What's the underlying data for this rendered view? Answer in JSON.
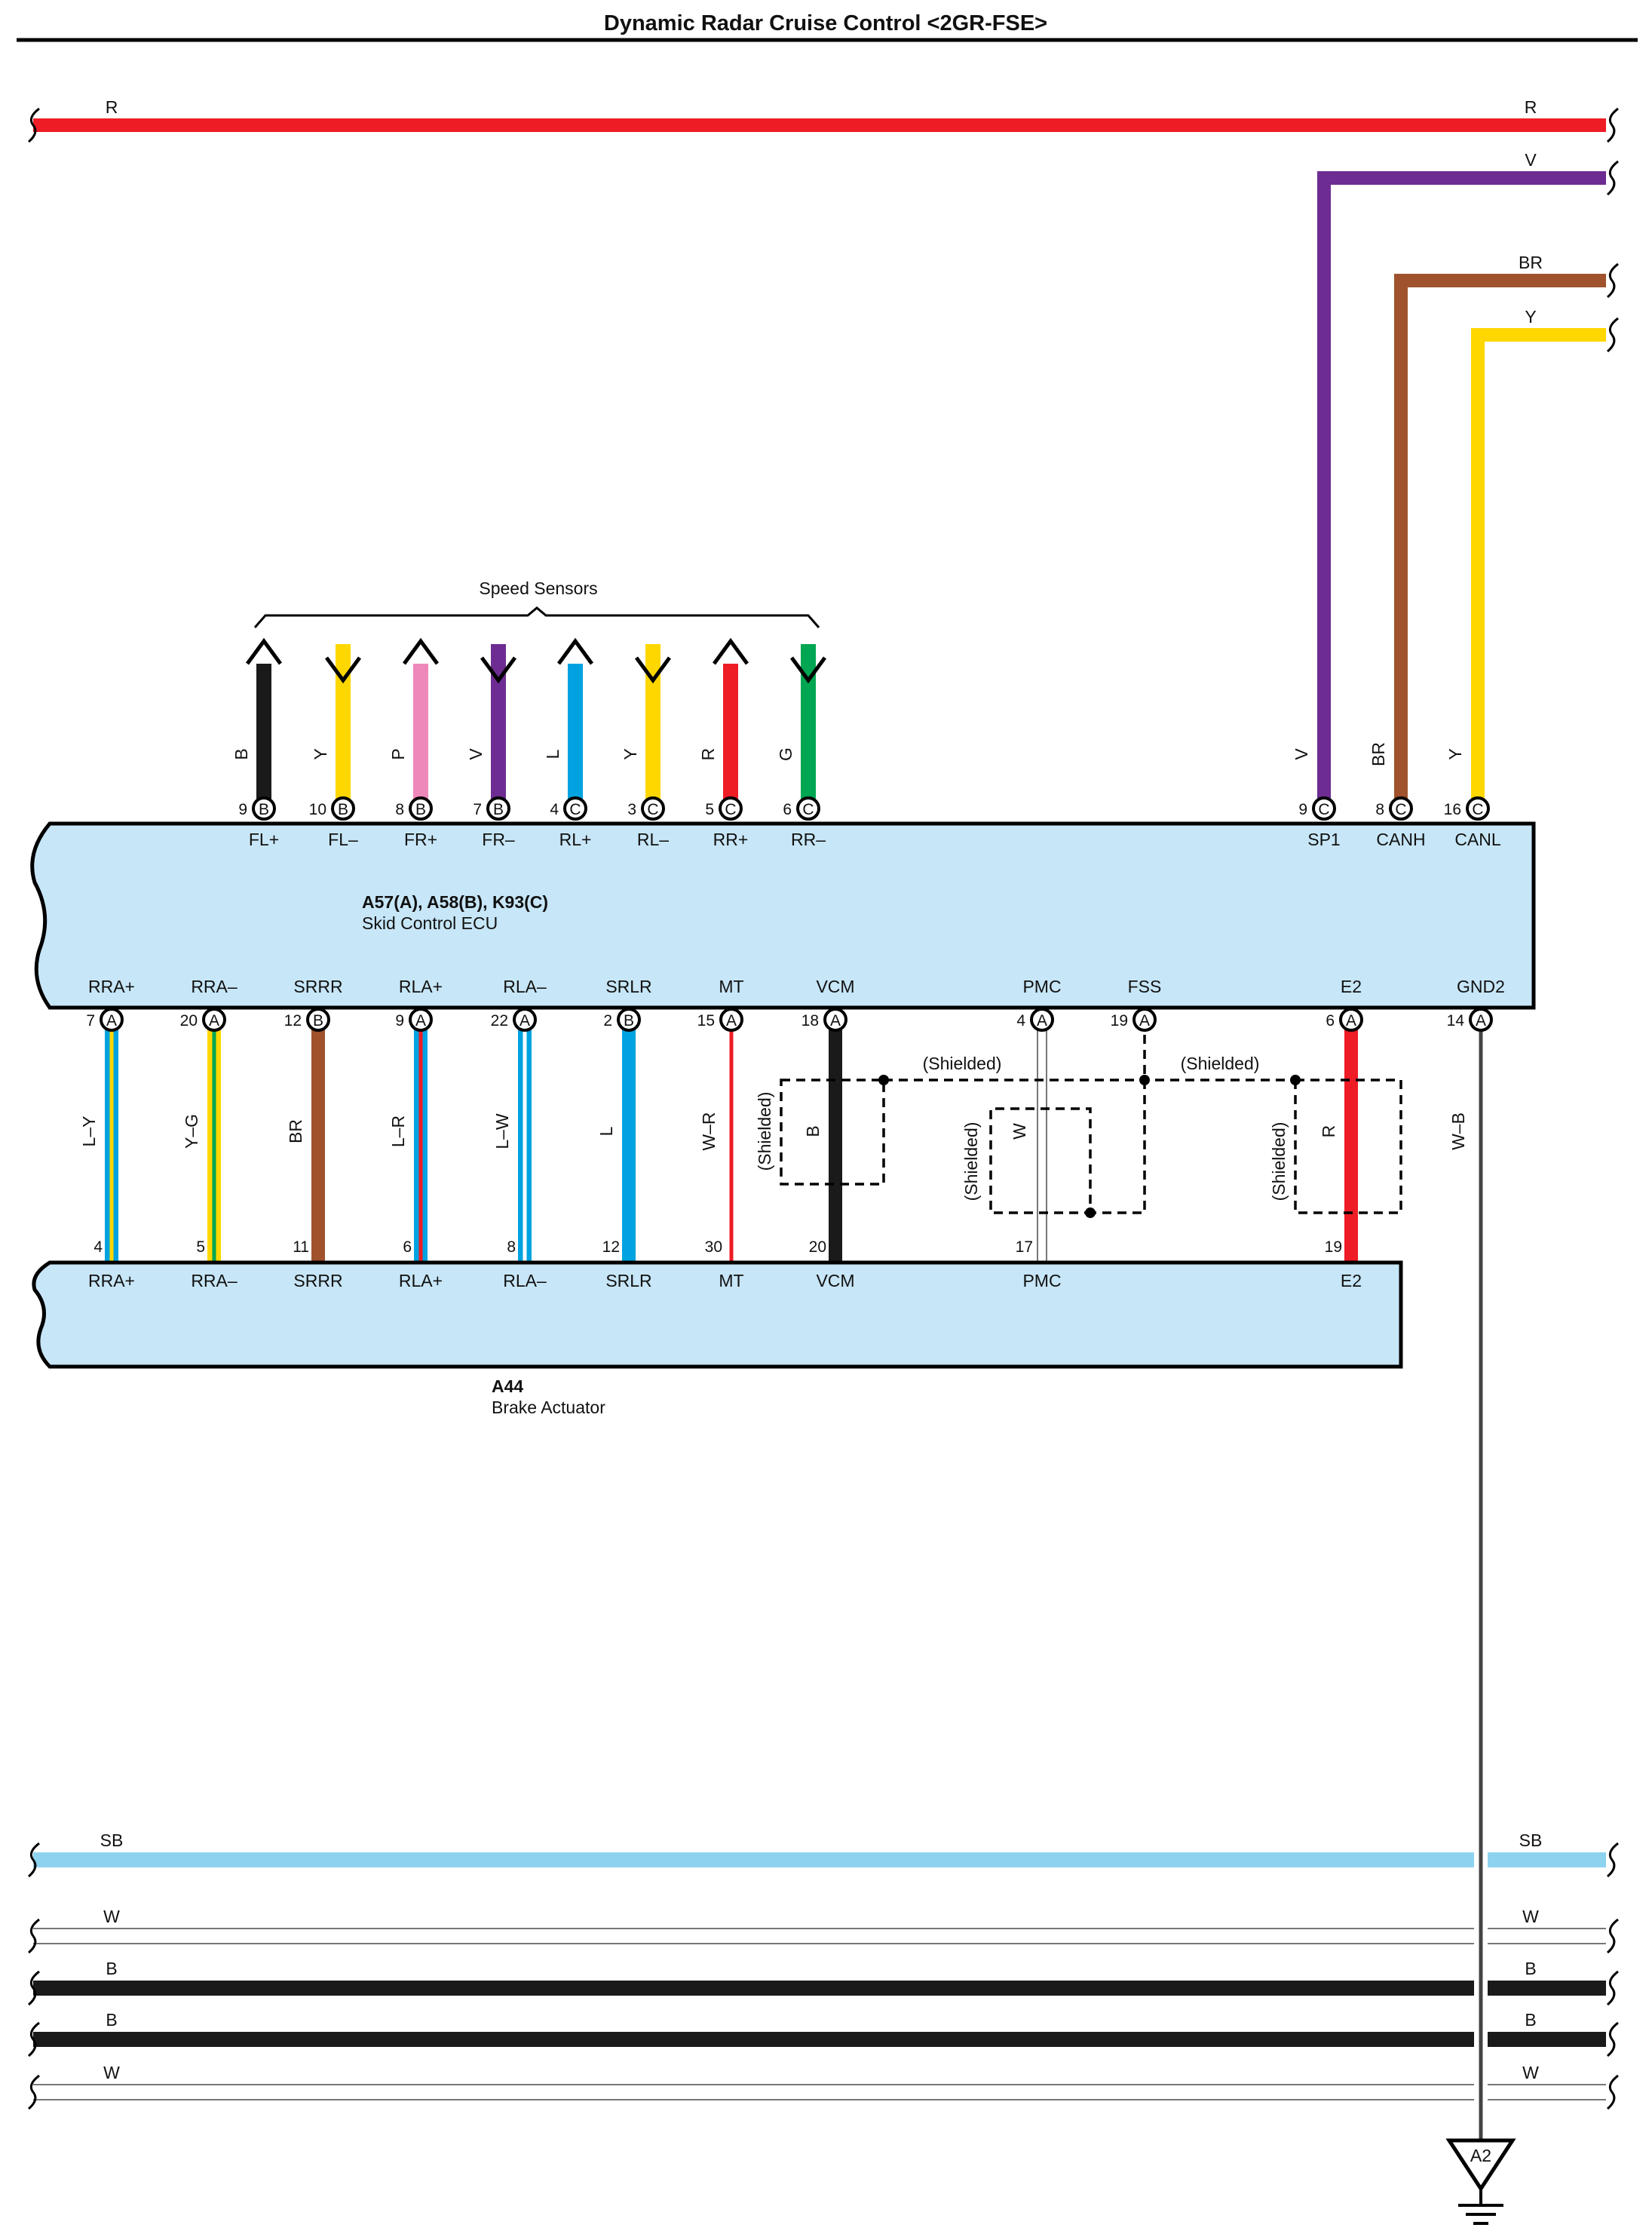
{
  "title": "Dynamic Radar Cruise Control <2GR-FSE>",
  "colors": {
    "R": "#ee1c25",
    "V": "#6d2c91",
    "BR": "#a0522d",
    "Y": "#ffd700",
    "B": "#1a1a1a",
    "P": "#ee88bb",
    "L": "#00a3e0",
    "G": "#00a651",
    "SB": "#8dd3f0",
    "W": "#ffffff",
    "ecu_fill": "#c7e6f7"
  },
  "top_wires": [
    {
      "code": "R",
      "left_label": "R",
      "right_label": "R"
    },
    {
      "code": "V",
      "right_label": "V"
    },
    {
      "code": "BR",
      "right_label": "BR"
    },
    {
      "code": "Y",
      "right_label": "Y"
    }
  ],
  "speed_sensors_label": "Speed Sensors",
  "sensor_wires": [
    {
      "color_code": "B",
      "pin": "9",
      "connector": "B",
      "terminal": "FL+",
      "dir": "up"
    },
    {
      "color_code": "Y",
      "pin": "10",
      "connector": "B",
      "terminal": "FL–",
      "dir": "down"
    },
    {
      "color_code": "P",
      "pin": "8",
      "connector": "B",
      "terminal": "FR+",
      "dir": "up"
    },
    {
      "color_code": "V",
      "pin": "7",
      "connector": "B",
      "terminal": "FR–",
      "dir": "down"
    },
    {
      "color_code": "L",
      "pin": "4",
      "connector": "C",
      "terminal": "RL+",
      "dir": "up"
    },
    {
      "color_code": "Y",
      "pin": "3",
      "connector": "C",
      "terminal": "RL–",
      "dir": "down"
    },
    {
      "color_code": "R",
      "pin": "5",
      "connector": "C",
      "terminal": "RR+",
      "dir": "up"
    },
    {
      "color_code": "G",
      "pin": "6",
      "connector": "C",
      "terminal": "RR–",
      "dir": "down"
    }
  ],
  "ecu_right_pins": [
    {
      "color_code": "V",
      "pin": "9",
      "connector": "C",
      "terminal": "SP1"
    },
    {
      "color_code": "BR",
      "pin": "8",
      "connector": "C",
      "terminal": "CANH"
    },
    {
      "color_code": "Y",
      "pin": "16",
      "connector": "C",
      "terminal": "CANL"
    }
  ],
  "ecu": {
    "code": "A57(A), A58(B), K93(C)",
    "name": "Skid Control ECU"
  },
  "ecu_bottom_pins": [
    {
      "terminal": "RRA+",
      "pin": "7",
      "connector": "A",
      "color_code": "L–Y",
      "act_pin": "4",
      "act_terminal": "RRA+"
    },
    {
      "terminal": "RRA–",
      "pin": "20",
      "connector": "A",
      "color_code": "Y–G",
      "act_pin": "5",
      "act_terminal": "RRA–"
    },
    {
      "terminal": "SRRR",
      "pin": "12",
      "connector": "B",
      "color_code": "BR",
      "act_pin": "11",
      "act_terminal": "SRRR"
    },
    {
      "terminal": "RLA+",
      "pin": "9",
      "connector": "A",
      "color_code": "L–R",
      "act_pin": "6",
      "act_terminal": "RLA+"
    },
    {
      "terminal": "RLA–",
      "pin": "22",
      "connector": "A",
      "color_code": "L–W",
      "act_pin": "8",
      "act_terminal": "RLA–"
    },
    {
      "terminal": "SRLR",
      "pin": "2",
      "connector": "B",
      "color_code": "L",
      "act_pin": "12",
      "act_terminal": "SRLR"
    },
    {
      "terminal": "MT",
      "pin": "15",
      "connector": "A",
      "color_code": "W–R",
      "act_pin": "30",
      "act_terminal": "MT"
    },
    {
      "terminal": "VCM",
      "pin": "18",
      "connector": "A",
      "color_code": "B",
      "act_pin": "20",
      "act_terminal": "VCM"
    },
    {
      "terminal": "PMC",
      "pin": "4",
      "connector": "A",
      "color_code": "W",
      "act_pin": "17",
      "act_terminal": "PMC"
    },
    {
      "terminal": "FSS",
      "pin": "19",
      "connector": "A"
    },
    {
      "terminal": "E2",
      "pin": "6",
      "connector": "A",
      "color_code": "R",
      "act_pin": "19",
      "act_terminal": "E2"
    },
    {
      "terminal": "GND2",
      "pin": "14",
      "connector": "A",
      "color_code": "W–B"
    }
  ],
  "shielded_label": "(Shielded)",
  "actuator": {
    "code": "A44",
    "name": "Brake Actuator"
  },
  "bottom_wires": [
    {
      "code": "SB",
      "left_label": "SB",
      "right_label": "SB"
    },
    {
      "code": "W",
      "left_label": "W",
      "right_label": "W"
    },
    {
      "code": "B",
      "left_label": "B",
      "right_label": "B"
    },
    {
      "code": "B",
      "left_label": "B",
      "right_label": "B"
    },
    {
      "code": "W",
      "left_label": "W",
      "right_label": "W"
    }
  ],
  "ground": {
    "label": "A2"
  }
}
